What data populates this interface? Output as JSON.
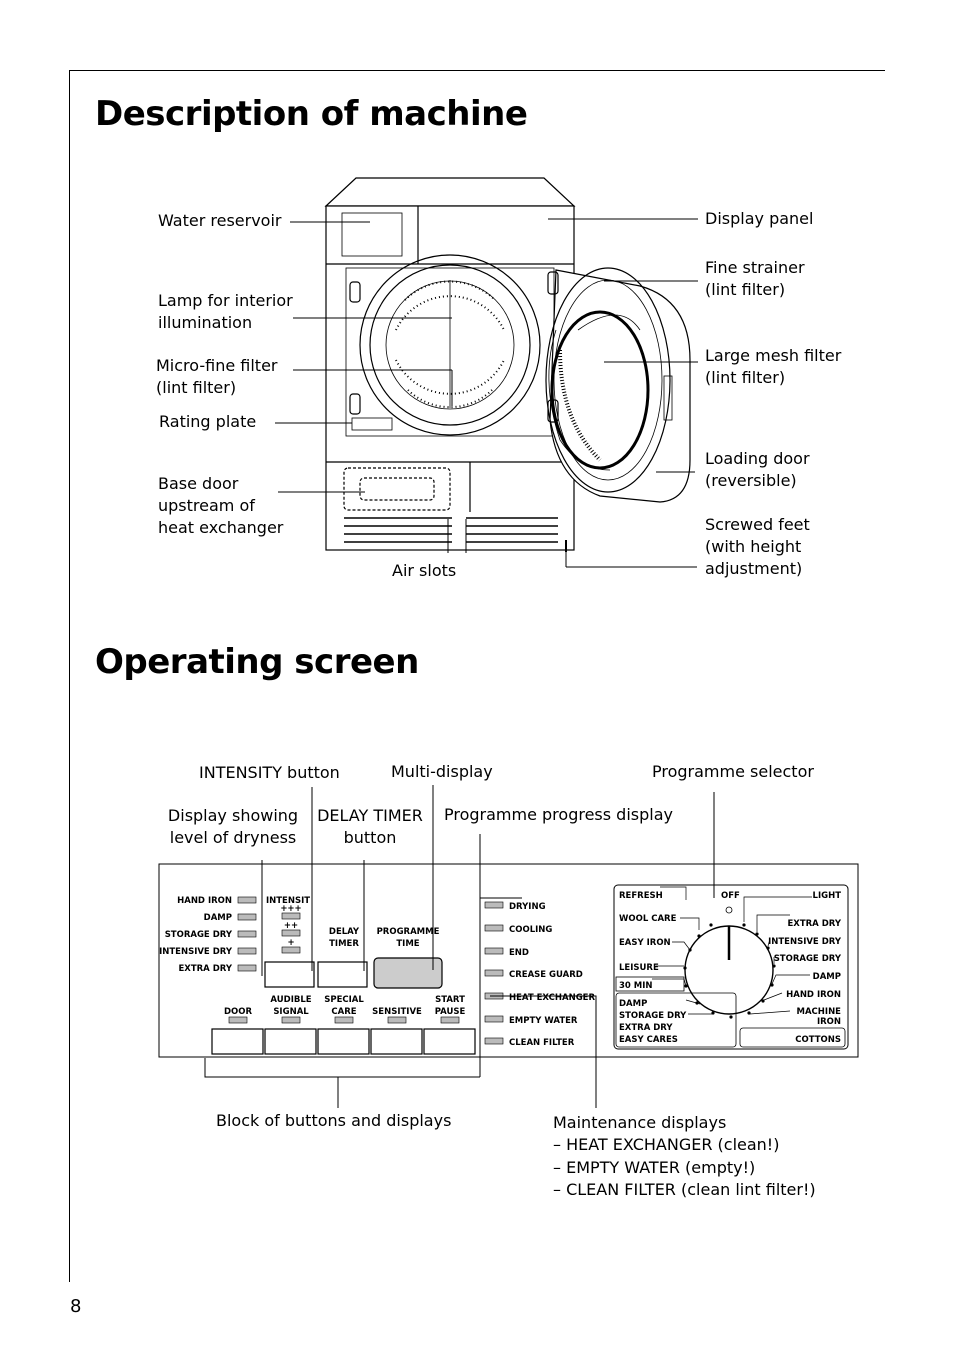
{
  "page_number": "8",
  "section1": {
    "title": "Description of machine",
    "labels": {
      "water_reservoir": "Water reservoir",
      "lamp": "Lamp for interior illumination",
      "micro_filter": "Micro-fine filter (lint filter)",
      "rating_plate": "Rating plate",
      "base_door": "Base door upstream of heat exchanger",
      "air_slots": "Air slots",
      "display_panel": "Display panel",
      "fine_strainer": "Fine strainer (lint filter)",
      "large_mesh": "Large mesh filter (lint filter)",
      "loading_door": "Loading door (reversible)",
      "screwed_feet": "Screwed feet (with height adjustment)"
    }
  },
  "section2": {
    "title": "Operating screen",
    "labels": {
      "intensity_button": "INTENSITY button",
      "multi_display": "Multi-display",
      "programme_selector": "Programme selector",
      "display_dryness": "Display showing level of dryness",
      "delay_timer": "DELAY TIMER button",
      "progress_display": "Programme progress display",
      "block_buttons": "Block of buttons and displays",
      "maintenance_title": "Maintenance displays",
      "maintenance_items": [
        "–  HEAT EXCHANGER (clean!)",
        "–  EMPTY WATER (empty!)",
        "–  CLEAN FILTER (clean lint filter!)"
      ]
    },
    "panel": {
      "dryness_levels": [
        "HAND IRON",
        "DAMP",
        "STORAGE DRY",
        "INTENSIVE DRY",
        "EXTRA DRY"
      ],
      "intensity_title": "INTENSIT",
      "intensity_levels": [
        "+++",
        "++",
        "+"
      ],
      "delay_timer": [
        "DELAY",
        "TIMER"
      ],
      "programme_time": [
        "PROGRAMME",
        "TIME"
      ],
      "buttons": [
        {
          "label": [
            "DOOR"
          ]
        },
        {
          "label": [
            "AUDIBLE",
            "SIGNAL"
          ]
        },
        {
          "label": [
            "SPECIAL",
            "CARE"
          ]
        },
        {
          "label": [
            "SENSITIVE"
          ]
        },
        {
          "label": [
            "START",
            "PAUSE"
          ]
        }
      ],
      "progress": [
        "DRYING",
        "COOLING",
        "END",
        "CREASE GUARD",
        "HEAT EXCHANGER",
        "EMPTY WATER",
        "CLEAN FILTER"
      ],
      "left_programmes": [
        "REFRESH",
        "WOOL CARE",
        "EASY IRON",
        "LEISURE",
        "30 MIN"
      ],
      "easy_cares_group": [
        "DAMP",
        "STORAGE DRY",
        "EXTRA DRY",
        "EASY CARES"
      ],
      "off_label": "OFF",
      "light_label": "LIGHT",
      "right_programmes": [
        "EXTRA DRY",
        "INTENSIVE DRY",
        "STORAGE DRY",
        "DAMP",
        "HAND IRON"
      ],
      "machine_iron": [
        "MACHINE",
        "IRON"
      ],
      "cottons": "COTTONS"
    }
  }
}
